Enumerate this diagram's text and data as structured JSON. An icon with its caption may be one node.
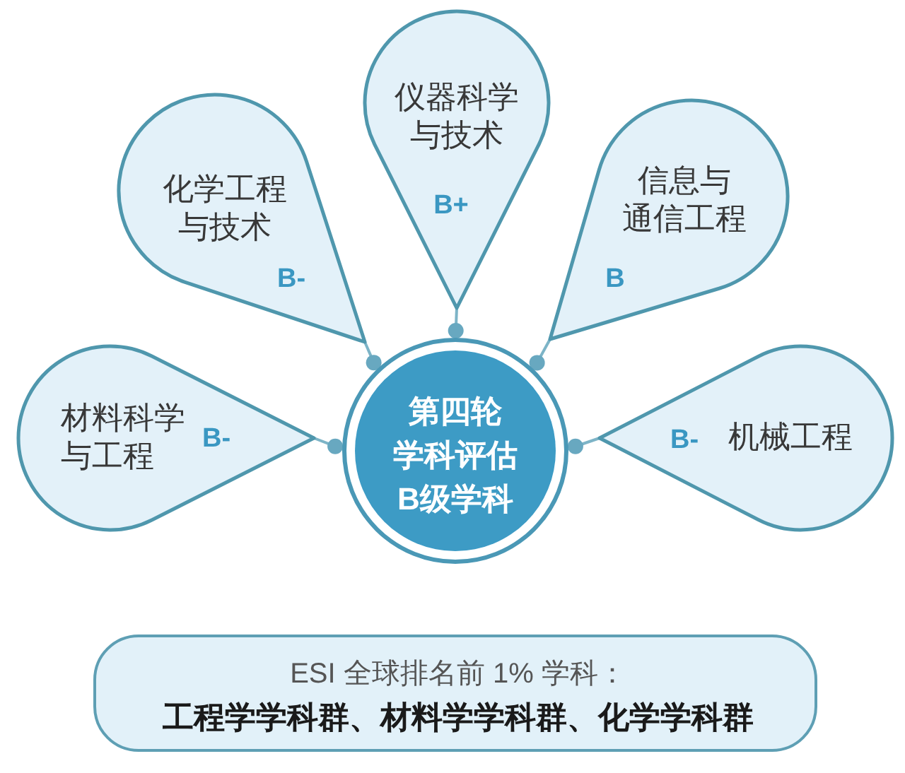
{
  "diagram": {
    "nodes": [
      {
        "text": [
          "仪器科学与技术",
          "B+"
        ]
      },
      {
        "text": [
          "化学工程与技术",
          "B-"
        ]
      },
      {
        "text": [
          "信息与通信工程",
          "B"
        ]
      },
      {
        "text": [
          "材料科学与工程",
          "B-"
        ]
      },
      {
        "text": [
          "第四轮学科评估B级学科"
        ]
      },
      {
        "text": [
          "B-",
          "机械工程"
        ]
      },
      {
        "text": [
          "ESI 全球排名前 1% 学科：",
          "工程学学科群、材料学学科群、化学学科群"
        ]
      }
    ],
    "edges": [
      {
        "from": 0,
        "to": 4,
        "arrow": "other"
      },
      {
        "from": 1,
        "to": 4,
        "arrow": "other"
      },
      {
        "from": 2,
        "to": 4,
        "arrow": "other"
      },
      {
        "from": 3,
        "to": 4,
        "arrow": "other"
      },
      {
        "from": 5,
        "to": 4,
        "arrow": "other"
      }
    ]
  }
}
